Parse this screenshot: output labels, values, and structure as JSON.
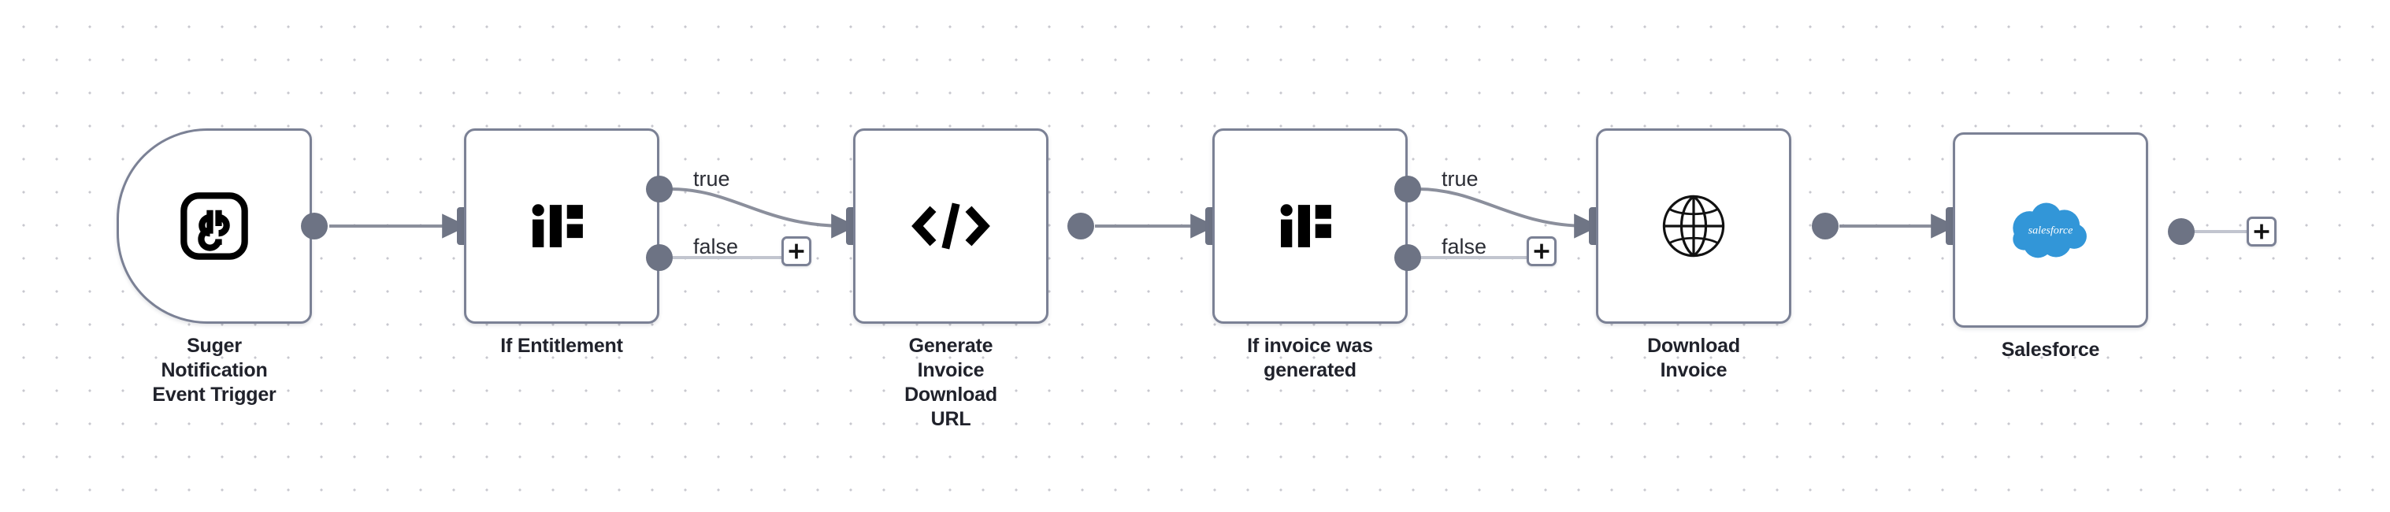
{
  "canvas": {
    "background_color": "#ffffff",
    "dot_color": "#c8c8cf",
    "node_border_color": "#7b8195",
    "port_color": "#6d7384",
    "connector_color": "#6f7585",
    "salesforce_blue": "#3296d8"
  },
  "nodes": [
    {
      "id": "suger-notification-event-trigger",
      "label": "Suger\nNotification\nEvent Trigger",
      "icon": "suger-logo-icon",
      "type": "trigger"
    },
    {
      "id": "if-entitlement",
      "label": "If Entitlement",
      "icon": "if-icon",
      "type": "if"
    },
    {
      "id": "generate-invoice-download-url",
      "label": "Generate\nInvoice\nDownload\nURL",
      "icon": "code-icon",
      "type": "code"
    },
    {
      "id": "if-invoice-was-generated",
      "label": "If invoice was\ngenerated",
      "icon": "if-icon",
      "type": "if"
    },
    {
      "id": "download-invoice",
      "label": "Download\nInvoice",
      "icon": "globe-icon",
      "type": "http"
    },
    {
      "id": "salesforce",
      "label": "Salesforce",
      "icon": "salesforce-cloud-icon",
      "type": "app"
    }
  ],
  "edge_labels": {
    "if_entitlement_true": "true",
    "if_entitlement_false": "false",
    "if_invoice_true": "true",
    "if_invoice_false": "false"
  },
  "add_buttons": {
    "if_entitlement_false_add": "+",
    "if_invoice_false_add": "+",
    "salesforce_output_add": "+"
  }
}
